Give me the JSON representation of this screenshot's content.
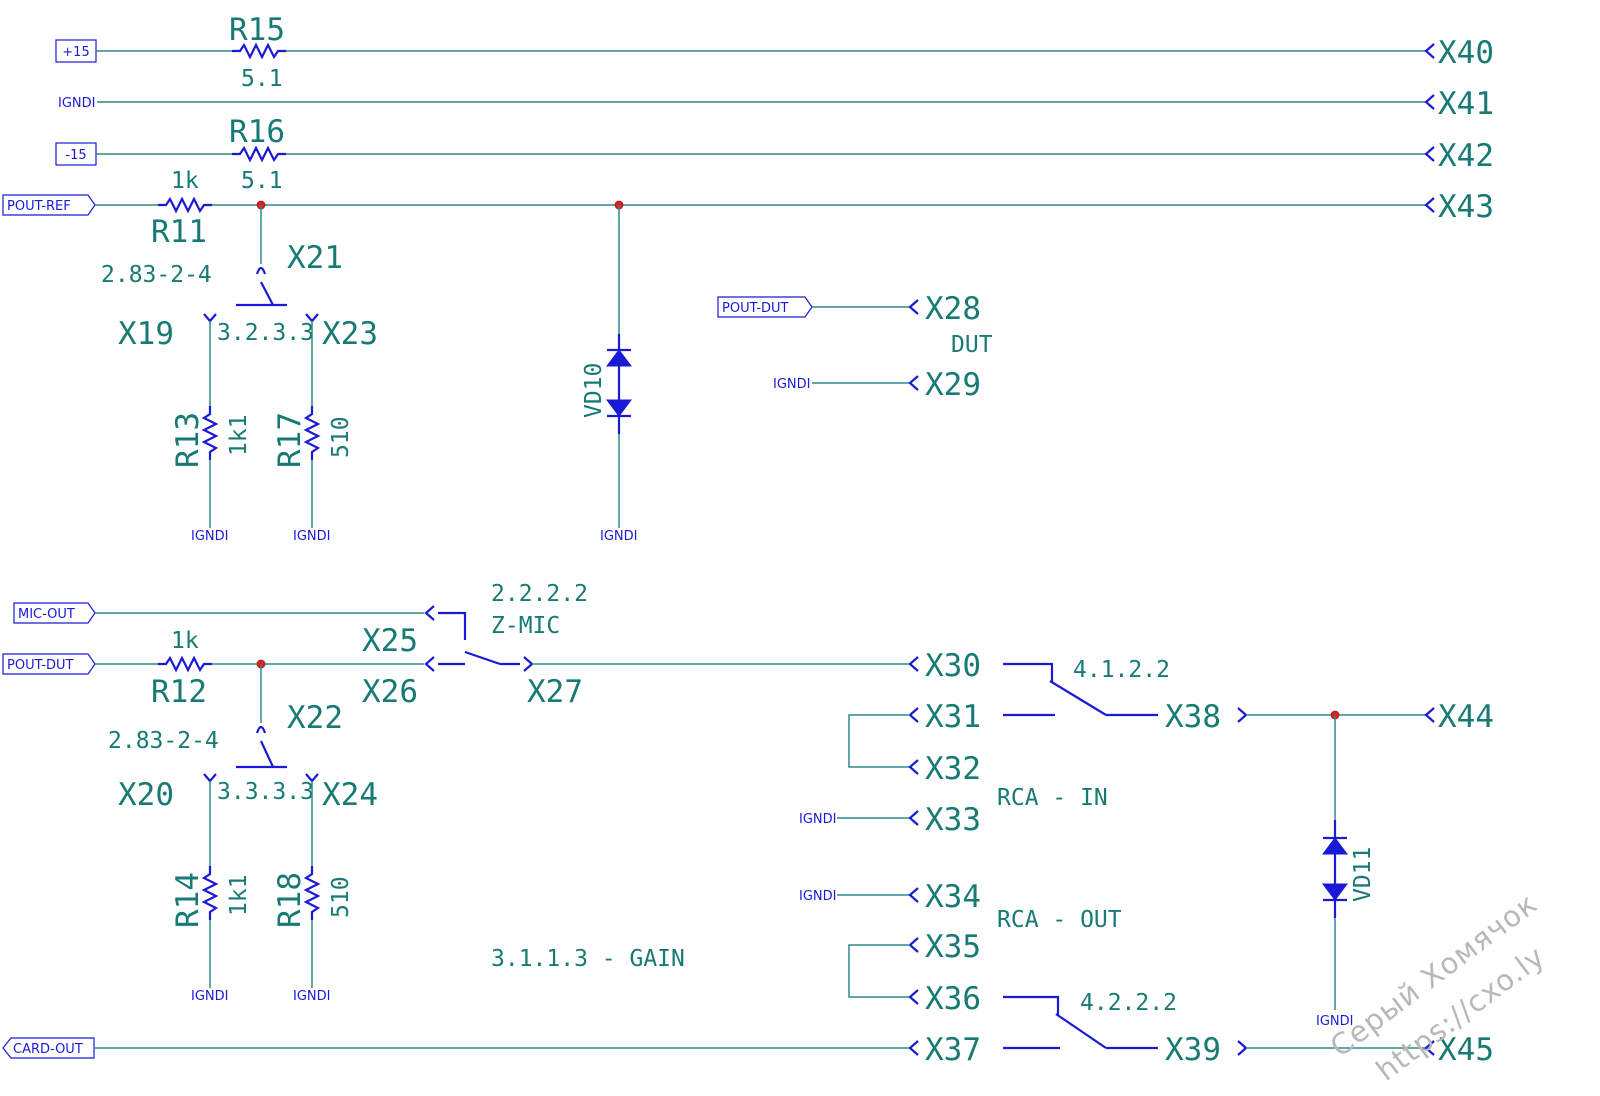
{
  "nets": {
    "p15": "+15",
    "m15": "-15",
    "gnd": "IGNDI",
    "pout_ref": "POUT-REF",
    "pout_dut": "POUT-DUT",
    "mic_out": "MIC-OUT",
    "card_out": "CARD-OUT"
  },
  "resistors": {
    "r15": {
      "ref": "R15",
      "value": "5.1"
    },
    "r16": {
      "ref": "R16",
      "value": "5.1"
    },
    "r11": {
      "ref": "R11",
      "value": "1k"
    },
    "r12": {
      "ref": "R12",
      "value": "1k"
    },
    "r13": {
      "ref": "R13",
      "value": "1k1"
    },
    "r17": {
      "ref": "R17",
      "value": "510"
    },
    "r14": {
      "ref": "R14",
      "value": "1k1"
    },
    "r18": {
      "ref": "R18",
      "value": "510"
    }
  },
  "diodes": {
    "vd10": "VD10",
    "vd11": "VD11"
  },
  "connectors": {
    "x19": "X19",
    "x20": "X20",
    "x21": "X21",
    "x22": "X22",
    "x23": "X23",
    "x24": "X24",
    "x25": "X25",
    "x26": "X26",
    "x27": "X27",
    "x28": "X28",
    "x29": "X29",
    "x30": "X30",
    "x31": "X31",
    "x32": "X32",
    "x33": "X33",
    "x34": "X34",
    "x35": "X35",
    "x36": "X36",
    "x37": "X37",
    "x38": "X38",
    "x39": "X39",
    "x40": "X40",
    "x41": "X41",
    "x42": "X42",
    "x43": "X43",
    "x44": "X44",
    "x45": "X45"
  },
  "labels": {
    "jumper_top": "2.83-2-4",
    "jumper_bottom": "2.83-2-4",
    "sw_ref": "3.2.3.3",
    "sw_dut": "3.3.3.3",
    "sw_mic": "2.2.2.2",
    "zmic": "Z-MIC",
    "dut": "DUT",
    "sw_in": "4.1.2.2",
    "sw_out": "4.2.2.2",
    "rca_in": "RCA - IN",
    "rca_out": "RCA - OUT",
    "gain": "3.1.1.3 - GAIN"
  },
  "watermark": {
    "line1": "Серый Хомячок",
    "line2": "https://cxo.ly"
  }
}
